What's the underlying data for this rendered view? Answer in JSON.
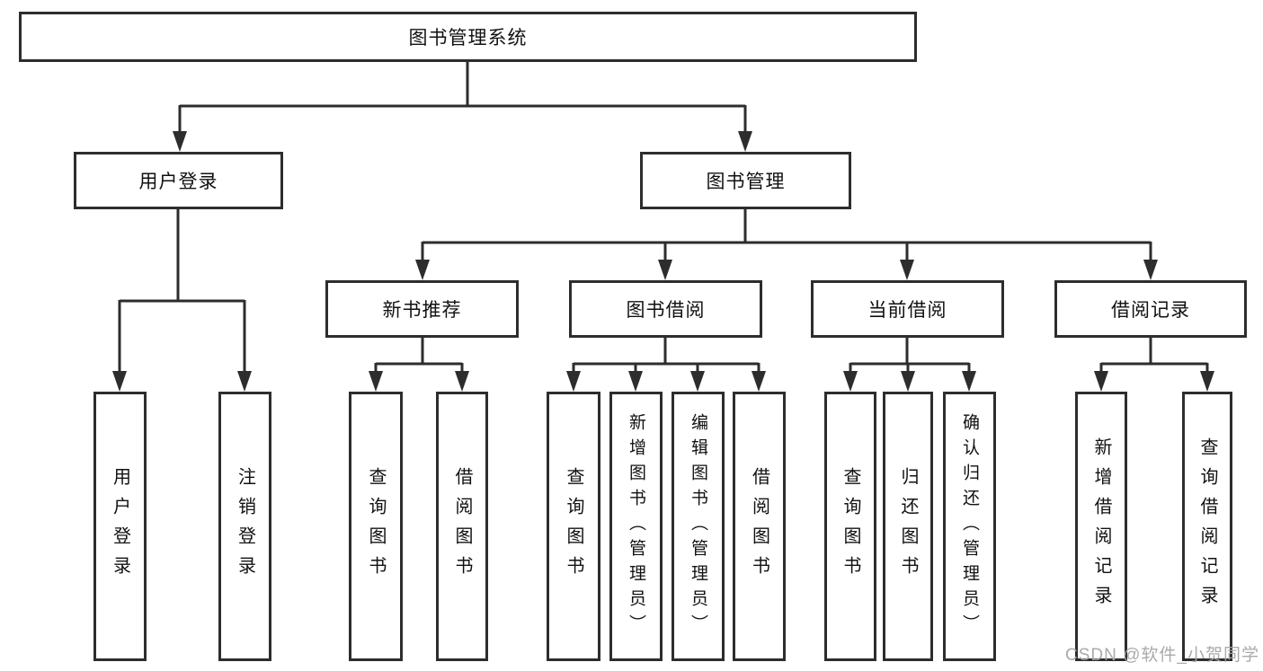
{
  "diagram": {
    "nodes": {
      "root": {
        "label": "图书管理系统"
      },
      "user_login": {
        "label": "用户登录"
      },
      "book_mgmt": {
        "label": "图书管理"
      },
      "new_book_rec": {
        "label": "新书推荐"
      },
      "book_borrow": {
        "label": "图书借阅"
      },
      "current_borrow": {
        "label": "当前借阅"
      },
      "borrow_records": {
        "label": "借阅记录"
      },
      "leaf_user_login": {
        "label": "用户登录"
      },
      "leaf_logout": {
        "label": "注销登录"
      },
      "leaf_rec_query_book": {
        "label": "查询图书"
      },
      "leaf_rec_borrow_book": {
        "label": "借阅图书"
      },
      "leaf_bb_query_book": {
        "label": "查询图书"
      },
      "leaf_bb_add_book": {
        "label": "新增图书（管理员）"
      },
      "leaf_bb_edit_book": {
        "label": "编辑图书（管理员）"
      },
      "leaf_bb_borrow_book": {
        "label": "借阅图书"
      },
      "leaf_cb_query_book": {
        "label": "查询图书"
      },
      "leaf_cb_return_book": {
        "label": "归还图书"
      },
      "leaf_cb_confirm_return": {
        "label": "确认归还（管理员）"
      },
      "leaf_br_add_record": {
        "label": "新增借阅记录"
      },
      "leaf_br_query_record": {
        "label": "查询借阅记录"
      }
    },
    "edges": [
      [
        "root",
        "user_login"
      ],
      [
        "root",
        "book_mgmt"
      ],
      [
        "user_login",
        "leaf_user_login"
      ],
      [
        "user_login",
        "leaf_logout"
      ],
      [
        "book_mgmt",
        "new_book_rec"
      ],
      [
        "book_mgmt",
        "book_borrow"
      ],
      [
        "book_mgmt",
        "current_borrow"
      ],
      [
        "book_mgmt",
        "borrow_records"
      ],
      [
        "new_book_rec",
        "leaf_rec_query_book"
      ],
      [
        "new_book_rec",
        "leaf_rec_borrow_book"
      ],
      [
        "book_borrow",
        "leaf_bb_query_book"
      ],
      [
        "book_borrow",
        "leaf_bb_add_book"
      ],
      [
        "book_borrow",
        "leaf_bb_edit_book"
      ],
      [
        "book_borrow",
        "leaf_bb_borrow_book"
      ],
      [
        "current_borrow",
        "leaf_cb_query_book"
      ],
      [
        "current_borrow",
        "leaf_cb_return_book"
      ],
      [
        "current_borrow",
        "leaf_cb_confirm_return"
      ],
      [
        "borrow_records",
        "leaf_br_add_record"
      ],
      [
        "borrow_records",
        "leaf_br_query_record"
      ]
    ]
  },
  "watermark": "CSDN @软件_小贺同学",
  "colors": {
    "line": "#2d2d2d",
    "text": "#111111",
    "watermark": "#a6a6a6",
    "background": "#ffffff"
  }
}
